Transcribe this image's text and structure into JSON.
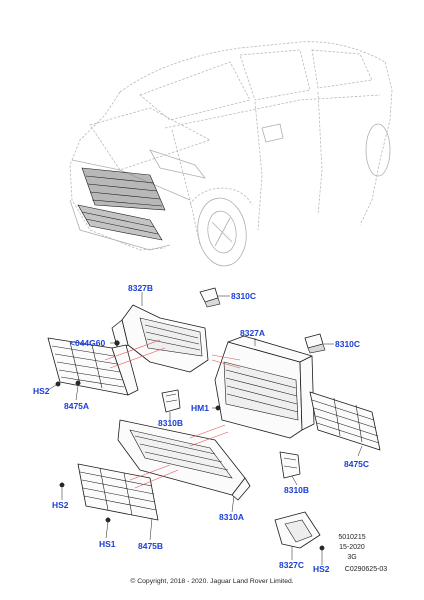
{
  "callouts": {
    "c8327b": "8327B",
    "c8310c_top": "8310C",
    "c044g60": "<044G60",
    "c8327a": "8327A",
    "c8310c_mid": "8310C",
    "chs2_left": "HS2",
    "c8475a": "8475A",
    "chm1": "HM1",
    "c8310b_center": "8310B",
    "c8475c": "8475C",
    "c8310b_right": "8310B",
    "chs2_lower": "HS2",
    "chs1": "HS1",
    "c8475b": "8475B",
    "c8310a": "8310A",
    "c8327c": "8327C",
    "chs2_bottom": "HS2"
  },
  "reference": {
    "code": "5010215",
    "date": "15-2020",
    "rev": "3G",
    "drawing": "C0290625-03"
  },
  "copyright": "© Copyright, 2018 - 2020. Jaguar Land Rover Limited."
}
